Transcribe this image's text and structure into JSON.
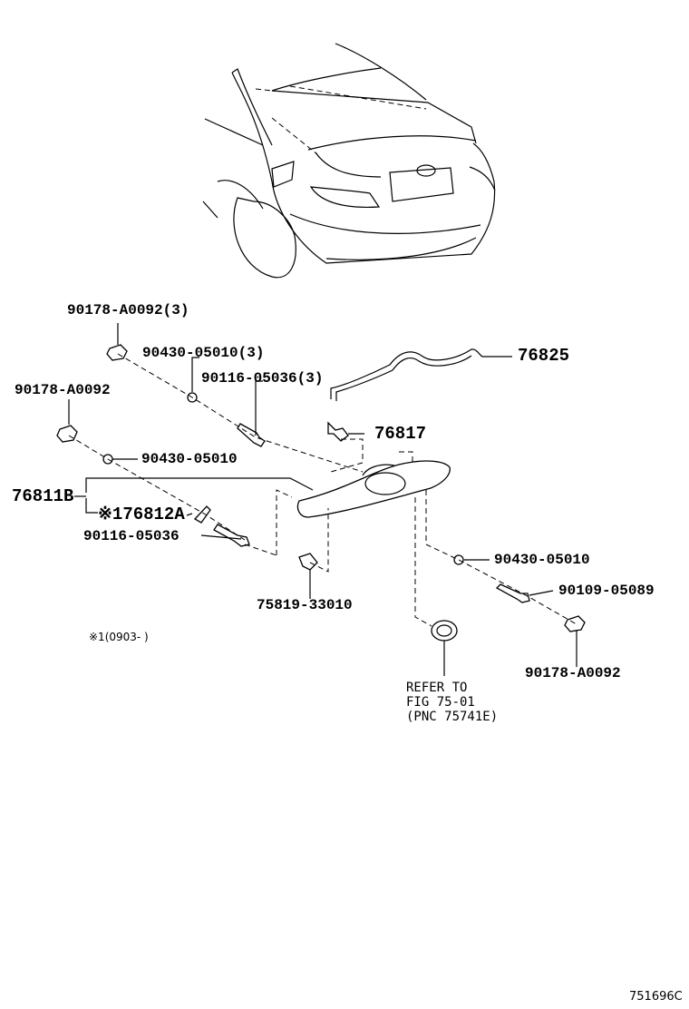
{
  "car_illustration": {
    "icon": "sedan-rear-view"
  },
  "parts": [
    {
      "id": "p1",
      "label": "90178-A0092(3)"
    },
    {
      "id": "p2",
      "label": "90430-05010(3)"
    },
    {
      "id": "p3",
      "label": "90116-05036(3)"
    },
    {
      "id": "p4",
      "label": "76825"
    },
    {
      "id": "p5",
      "label": "90178-A0092"
    },
    {
      "id": "p6",
      "label": "76817"
    },
    {
      "id": "p7",
      "label": "90430-05010"
    },
    {
      "id": "p8",
      "label": "76811B"
    },
    {
      "id": "p9",
      "label": "※176812A"
    },
    {
      "id": "p10",
      "label": "90116-05036"
    },
    {
      "id": "p11",
      "label": "90430-05010"
    },
    {
      "id": "p12",
      "label": "90109-05089"
    },
    {
      "id": "p13",
      "label": "75819-33010"
    },
    {
      "id": "p14",
      "label": "90178-A0092"
    }
  ],
  "footnote": "※1(0903-    )",
  "reference": {
    "line1": "REFER TO",
    "line2": "FIG 75-01",
    "line3": "(PNC 75741E)"
  },
  "figure_code": "751696C"
}
